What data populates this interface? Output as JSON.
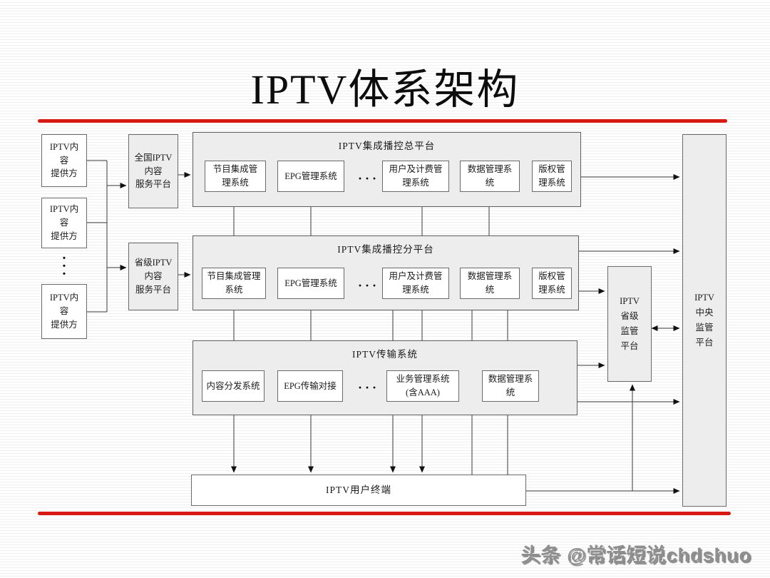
{
  "slide": {
    "title": "IPTV体系架构",
    "watermark": "头条 @常话短说chdshuo"
  },
  "colors": {
    "accent_red": "#d81a15",
    "container_fill": "#ededed",
    "line_color": "#3a3a3a"
  },
  "diagram": {
    "content_providers": [
      {
        "label": "IPTV内\n容\n提供方"
      },
      {
        "label": "IPTV内\n容\n提供方"
      },
      {
        "label": "IPTV内\n容\n提供方"
      }
    ],
    "ellipsis_vertical": "·\n·\n·",
    "national_platform": {
      "label": "全国IPTV\n内容\n服务平台"
    },
    "provincial_platform": {
      "label": "省级IPTV\n内容\n服务平台"
    },
    "master_control": {
      "title": "IPTV集成播控总平台",
      "ellipsis": "···",
      "boxes": [
        "节目集成管\n理系统",
        "EPG管理系统",
        "用户及计费管\n理系统",
        "数据管理系\n统",
        "版权管\n理系统"
      ]
    },
    "branch_control": {
      "title": "IPTV集成播控分平台",
      "ellipsis": "···",
      "boxes": [
        "节目集成管理\n系统",
        "EPG管理系统",
        "用户及计费管\n理系统",
        "数据管理系\n统",
        "版权管\n理系统"
      ]
    },
    "transmission": {
      "title": "IPTV传输系统",
      "ellipsis": "···",
      "boxes": [
        "内容分发系统",
        "EPG传输对接",
        "业务管理系统\n(含AAA)",
        "数据管理系\n统"
      ]
    },
    "terminal": {
      "label": "IPTV用户终端"
    },
    "provincial_regulator": {
      "label": "IPTV\n省级\n监管\n平台"
    },
    "central_regulator": {
      "label": "IPTV\n中央\n监管\n平台"
    }
  }
}
